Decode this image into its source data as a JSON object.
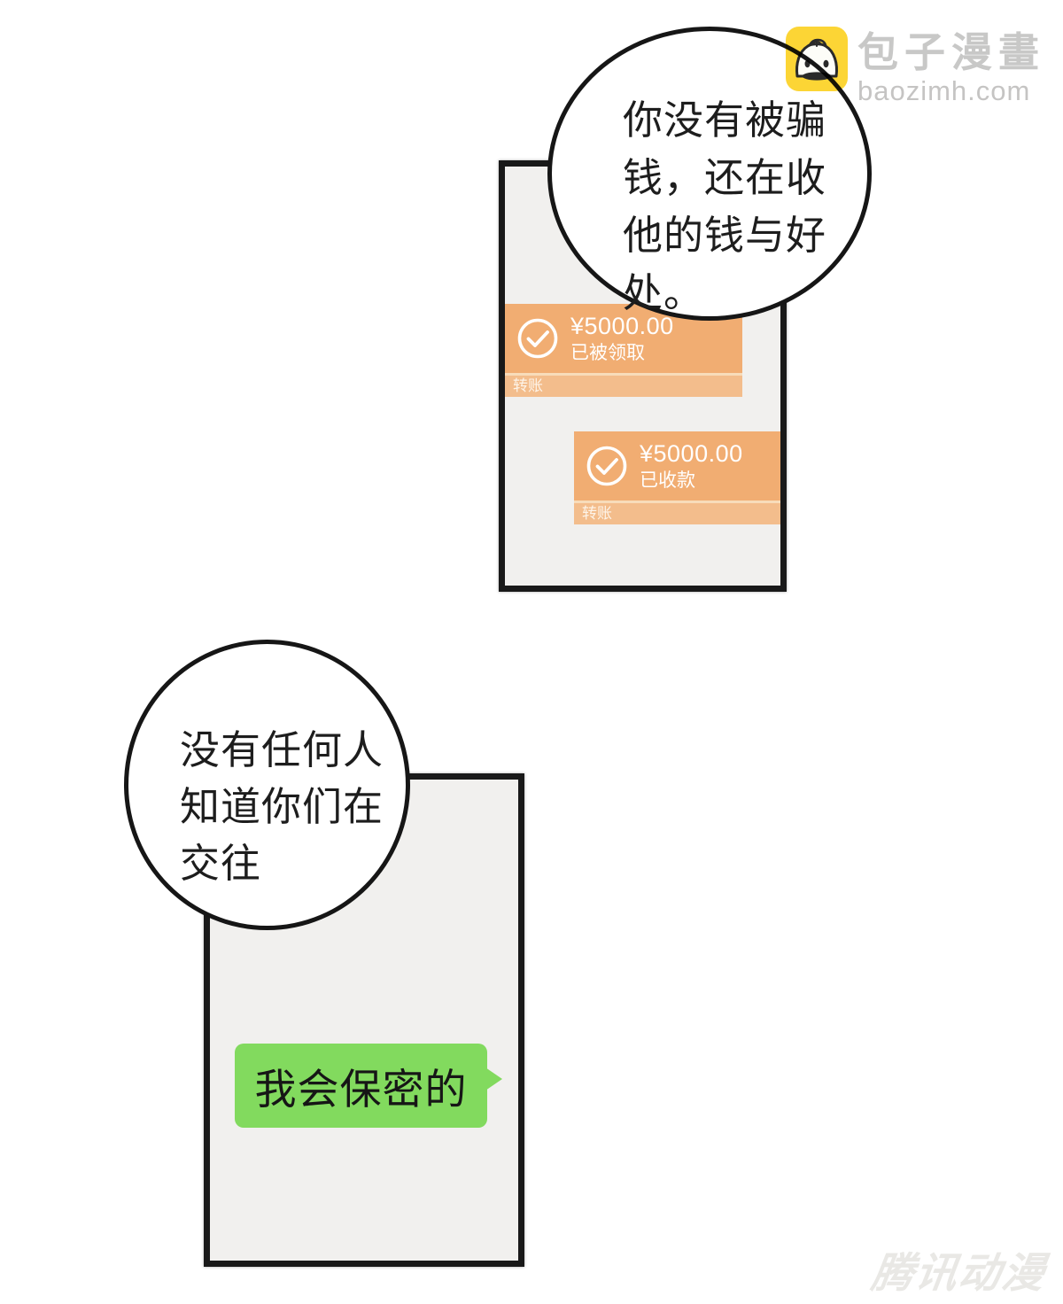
{
  "watermark_logo": {
    "name": "包子漫畫",
    "domain": "baozimh.com",
    "square_color": "#fcd535",
    "text_color": "#c8c8c7",
    "icon": "baozi-bun-icon"
  },
  "speech_bubbles": {
    "top": {
      "lines": [
        "你没有被骗",
        "钱，还在收",
        "他的钱与好",
        "处。"
      ]
    },
    "bottom": {
      "lines": [
        "没有任何人",
        "知道你们在",
        "交往"
      ]
    }
  },
  "chat_panel_top": {
    "bubble_color": "#f1ad72",
    "strip_color": "#f3bd8c",
    "transfers": [
      {
        "amount": "¥5000.00",
        "status": "已被领取",
        "label": "转账",
        "align": "left",
        "icon": "check-circle-icon"
      },
      {
        "amount": "¥5000.00",
        "status": "已收款",
        "label": "转账",
        "align": "right",
        "icon": "check-circle-icon"
      }
    ]
  },
  "chat_panel_bottom": {
    "message": {
      "text": "我会保密的",
      "bubble_color": "#82da5e"
    }
  },
  "footer_watermark": {
    "text": "腾讯动漫",
    "color": "#e9e8e5"
  }
}
